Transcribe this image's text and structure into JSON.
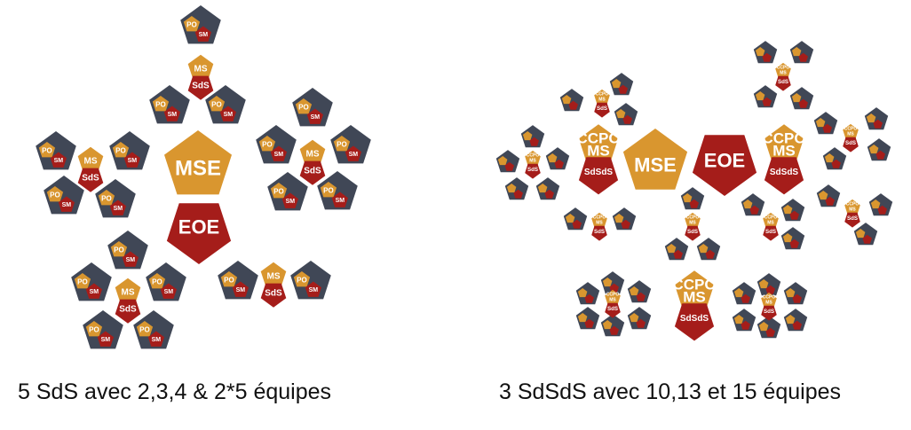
{
  "colors": {
    "slate": "#404756",
    "gold": "#D9962F",
    "crimson": "#A51D1A",
    "text_light": "#FFFFFF"
  },
  "labels": {
    "mse": "MSE",
    "eoe": "EOE",
    "ms": "MS",
    "sds": "SdS",
    "sdsds": "SdSdS",
    "ccpo": "CCPO",
    "po": "PO",
    "sm": "SM"
  },
  "captions": {
    "left": "5 SdS avec 2,3,4 & 2*5 équipes",
    "right": "3 SdSdS avec 10,13 et 15 équipes"
  }
}
